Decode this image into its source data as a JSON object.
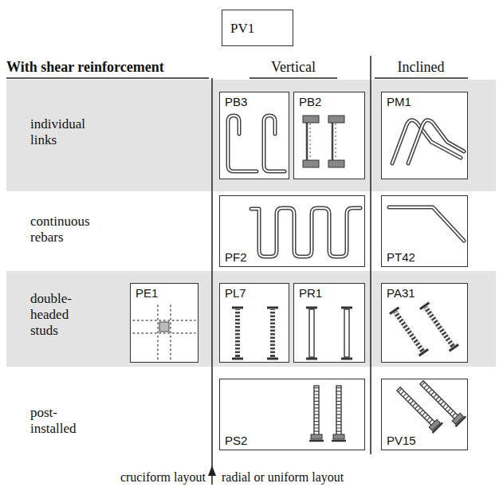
{
  "diagram": {
    "nodes": [
      {
        "text": [
          "PV1"
        ]
      },
      {
        "text": [
          "individual links"
        ]
      },
      {
        "text": [
          "PB3"
        ],
        "in": 1
      },
      {
        "text": [
          "PB2"
        ],
        "in": 1
      },
      {
        "text": [
          "PM1"
        ],
        "in": 1
      },
      {
        "text": [
          "PF2"
        ]
      },
      {
        "text": [
          "PT42"
        ]
      },
      {
        "text": [
          "double-headed studs"
        ]
      },
      {
        "text": [
          "PE1"
        ],
        "in": 7
      },
      {
        "text": [
          "PL7"
        ],
        "in": 7
      },
      {
        "text": [
          "PR1"
        ],
        "in": 7
      },
      {
        "text": [
          "PA31"
        ],
        "in": 7
      },
      {
        "text": [
          "PS2"
        ]
      },
      {
        "text": [
          "PV15"
        ]
      }
    ],
    "labels": [
      "With shear reinforcement",
      "Vertical",
      "Inclined",
      "continuous rebars",
      "post-installed",
      "cruciform layout",
      "radial or uniform layout"
    ]
  }
}
